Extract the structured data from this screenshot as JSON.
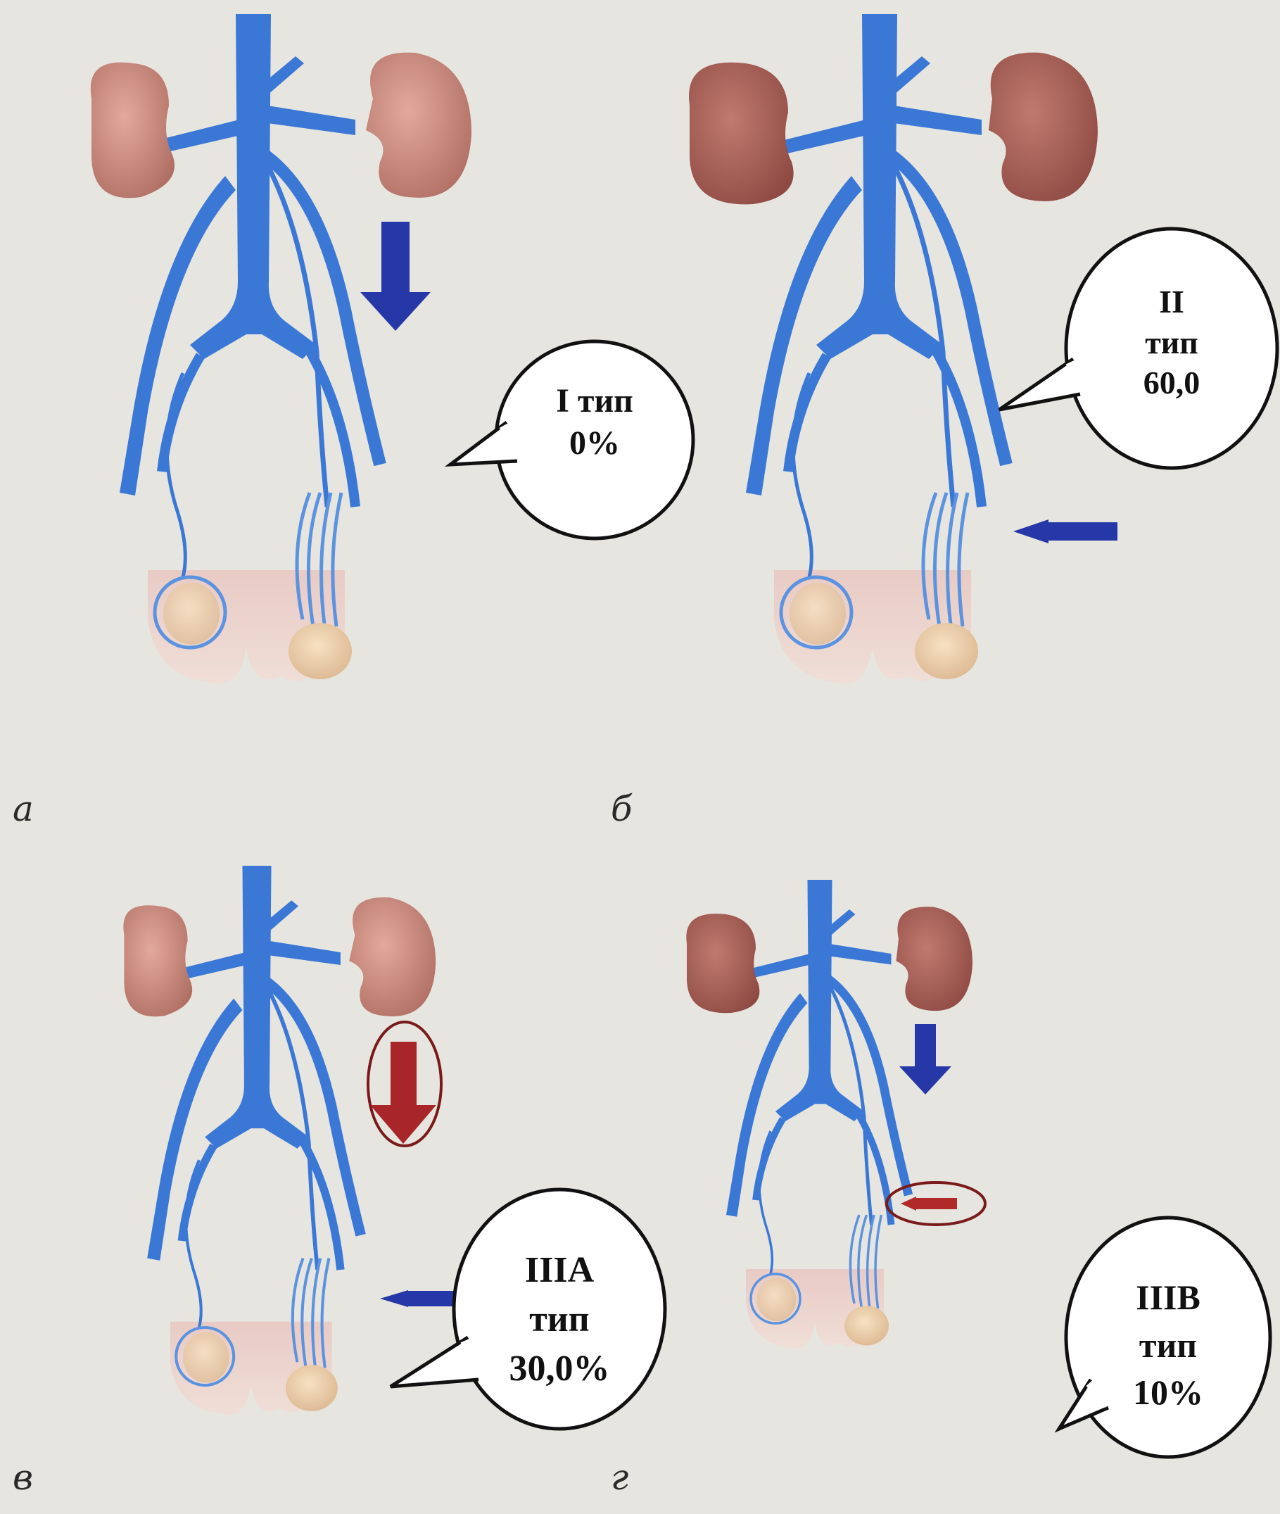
{
  "panels": [
    {
      "letter": "а",
      "lines": [
        "I  тип",
        "0%"
      ],
      "colors": {
        "arrow": "#2638a8"
      }
    },
    {
      "letter": "б",
      "lines": [
        "II",
        "тип",
        "60,0"
      ],
      "colors": {
        "arrow": "#2638a8"
      }
    },
    {
      "letter": "в",
      "lines": [
        "IIIA",
        "тип",
        "30,0%"
      ],
      "colors": {
        "arrow": "#a8262a",
        "side_arrow": "#2638a8"
      }
    },
    {
      "letter": "г",
      "lines": [
        "IIIB",
        "тип",
        "10%"
      ],
      "colors": {
        "arrow": "#2638a8",
        "side_arrow": "#b02a2a"
      }
    }
  ],
  "colors": {
    "vein": "#3b78d6",
    "kidney": "#c98f82",
    "kidney_dark": "#a85e55",
    "scrotum": "#e8c9c4",
    "testis": "#efd2b0"
  }
}
